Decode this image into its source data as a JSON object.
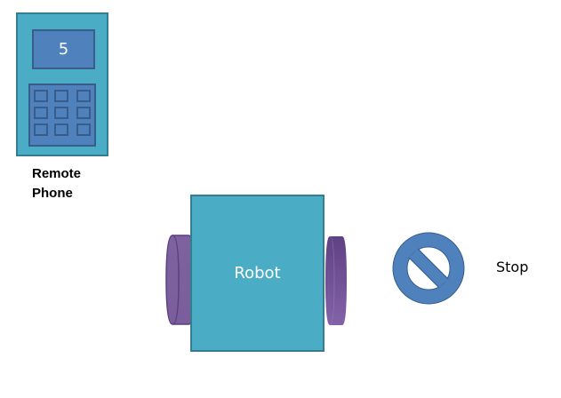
{
  "phone": {
    "screen_value": "5",
    "keypad_rows": 3,
    "keypad_cols": 3,
    "label_line1": "Remote",
    "label_line2": "Phone",
    "colors": {
      "body": "#4bacc6",
      "screen": "#4f81bd",
      "border": "#385d8a"
    }
  },
  "robot": {
    "label": "Robot",
    "colors": {
      "body": "#4bacc6",
      "wheel": "#8064a2"
    }
  },
  "stop": {
    "label": "Stop",
    "icon": "no-entry-icon",
    "color": "#4f81bd"
  }
}
